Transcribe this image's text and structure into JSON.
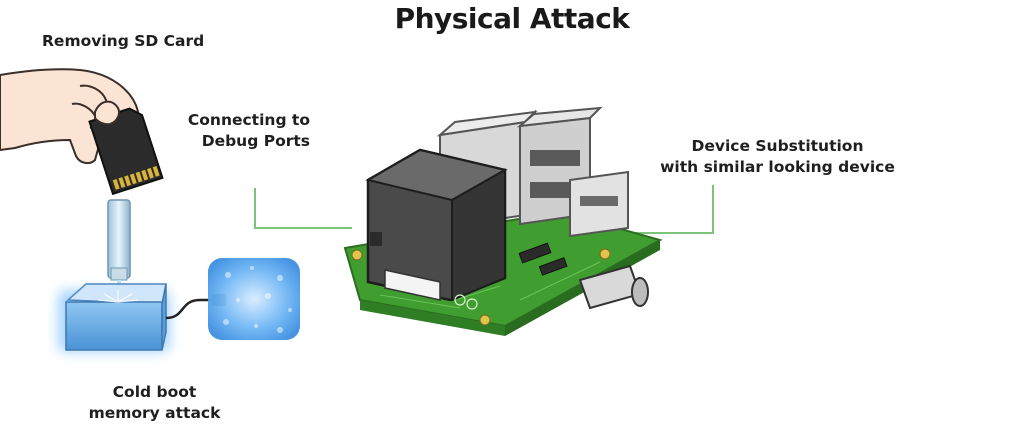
{
  "title": "Physical Attack",
  "labels": {
    "sd_card": "Removing SD Card",
    "debug_line1": "Connecting to",
    "debug_line2": "Debug Ports",
    "substitution_line1": "Device Substitution",
    "substitution_line2": "with similar looking device",
    "cold_boot_line1": "Cold boot",
    "cold_boot_line2": "memory attack"
  },
  "colors": {
    "board_green": "#3f9e2f",
    "connector_line": "#7cc47a",
    "ice_blue": "#4aa3f0",
    "housing_gray": "#4a4a4a",
    "skin": "#f7d9c4"
  },
  "icons": [
    "hand-icon",
    "sd-card-icon",
    "cooling-spray-icon",
    "ice-block-icon",
    "memory-chip-icon",
    "circuit-board-icon"
  ]
}
